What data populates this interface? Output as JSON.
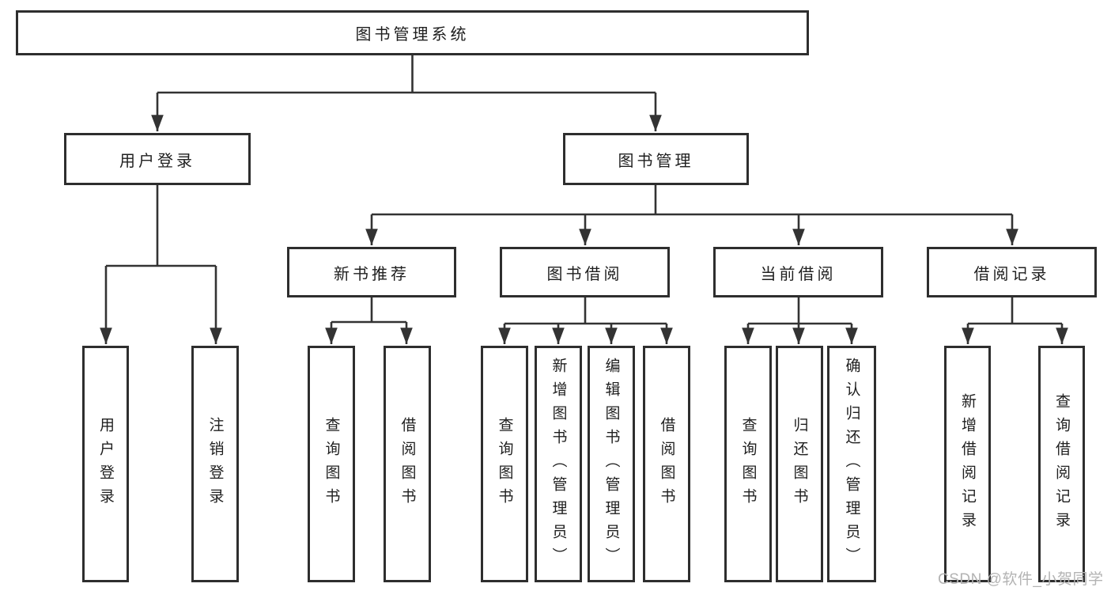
{
  "diagram": {
    "type": "hierarchy-tree",
    "nodes": {
      "root": "图书管理系统",
      "user_login": "用户登录",
      "book_mgmt": "图书管理",
      "new_book": "新书推荐",
      "book_borrow": "图书借阅",
      "current_borrow": "当前借阅",
      "borrow_record": "借阅记录",
      "leaves": [
        "用户登录",
        "注销登录",
        "查询图书",
        "借阅图书",
        "查询图书",
        "新增图书（管理员）",
        "编辑图书（管理员）",
        "借阅图书",
        "查询图书",
        "归还图书",
        "确认归还（管理员）",
        "新增借阅记录",
        "查询借阅记录"
      ]
    },
    "edges": [
      {
        "from": "图书管理系统",
        "to": [
          "用户登录",
          "图书管理"
        ]
      },
      {
        "from": "用户登录",
        "to": [
          "用户登录",
          "注销登录"
        ]
      },
      {
        "from": "图书管理",
        "to": [
          "新书推荐",
          "图书借阅",
          "当前借阅",
          "借阅记录"
        ]
      },
      {
        "from": "新书推荐",
        "to": [
          "查询图书",
          "借阅图书"
        ]
      },
      {
        "from": "图书借阅",
        "to": [
          "查询图书",
          "新增图书（管理员）",
          "编辑图书（管理员）",
          "借阅图书"
        ]
      },
      {
        "from": "当前借阅",
        "to": [
          "查询图书",
          "归还图书",
          "确认归还（管理员）"
        ]
      },
      {
        "from": "借阅记录",
        "to": [
          "新增借阅记录",
          "查询借阅记录"
        ]
      }
    ],
    "colors": {
      "line": "#333333",
      "border": "#2e2e2e",
      "text": "#1f1f1f",
      "background": "#ffffff",
      "watermark_text": "#b3b3b3"
    }
  },
  "watermark": "CSDN @软件_小贺同学"
}
